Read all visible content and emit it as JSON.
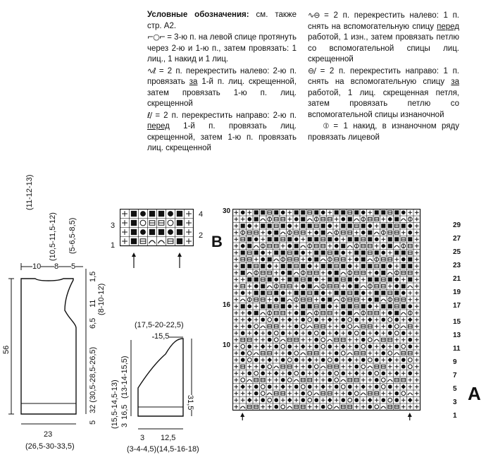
{
  "legend": {
    "title": "Условные обозначения:",
    "title_rest": " см. также стр. А2.",
    "items_left": [
      {
        "icon": "three-stitch-pass-icon",
        "text": " = 3-ю п. на левой спице протянуть через 2-ю и 1-ю п., затем провязать: 1 лиц., 1 накид и 1 лиц."
      },
      {
        "icon": "cross-left-twisted-icon",
        "text": " = 2 п. перекрестить налево: 2-ю п. провязать ",
        "u": "за",
        "text2": " 1-й п. лиц. скрещенной, затем провязать 1-ю п. лиц. скрещенной"
      },
      {
        "icon": "cross-right-twisted-icon",
        "text": " = 2 п. перекрестить направо: 2-ю п. ",
        "u": "перед",
        "text2": " 1-й п. провязать лиц. скрещенной, затем 1-ю п. провязать лиц. скрещенной"
      }
    ],
    "items_right": [
      {
        "icon": "cross-left-purl-icon",
        "text": " = 2 п. перекрестить налево: 1 п. снять на вспомогательную спицу ",
        "u": "перед",
        "text2": " работой, 1 изн., затем провязать петлю со вспомогательной спицы лиц. скрещенной"
      },
      {
        "icon": "cross-right-purl-icon",
        "text": " = 2 п. перекрестить направо: 1 п. снять на вспомогательную спицу ",
        "u": "за",
        "text2": " работой, 1 лиц. скрещенная петля, затем провязать петлю со вспомогательной спицы изнаночной"
      },
      {
        "icon": "yarn-over-icon",
        "text": " = 1 накид, в изнаночном ряду провязать лицевой",
        "u": "",
        "text2": ""
      }
    ]
  },
  "chart_b": {
    "label": "B",
    "rows_right": [
      "4",
      "2"
    ],
    "rows_left": [
      "3",
      "1"
    ]
  },
  "chart_a": {
    "label": "A",
    "rows_right": [
      "29",
      "27",
      "25",
      "23",
      "21",
      "19",
      "17",
      "15",
      "13",
      "11",
      "9",
      "7",
      "5",
      "3",
      "1"
    ],
    "rows_left": [
      "30",
      "16",
      "10"
    ]
  },
  "body_pattern": {
    "top_sizes": [
      "(11-12-13)",
      "(10,5-11,5-12)",
      "(5-6,5-8,5)"
    ],
    "top_values": [
      "10",
      "8",
      "5"
    ],
    "right_top": "1,5",
    "right_armhole": "11",
    "right_armhole_sizes": "(8-10-12)",
    "right_value_6_5": "6,5",
    "right_bottom": "32 (30,5-28,5-26,5)",
    "right_bottom_tail": "5",
    "height": "56",
    "width": "23",
    "width_sizes": "(26,5-30-33,5)"
  },
  "sleeve_pattern": {
    "top_sizes": "(17,5-20-22,5)",
    "top_value": "15,5",
    "height": "31,5",
    "left_sizes_a": "(15,5-14,5-13)",
    "left_sizes_b": "(13-14-15,5)",
    "left_value": "16,5",
    "left_bottom": "3",
    "bottom_value": "12,5",
    "bottom_left": "3",
    "bottom_sizes": "(3-4-4,5)",
    "bottom_sizes_b": "(14,5-16-18)"
  }
}
